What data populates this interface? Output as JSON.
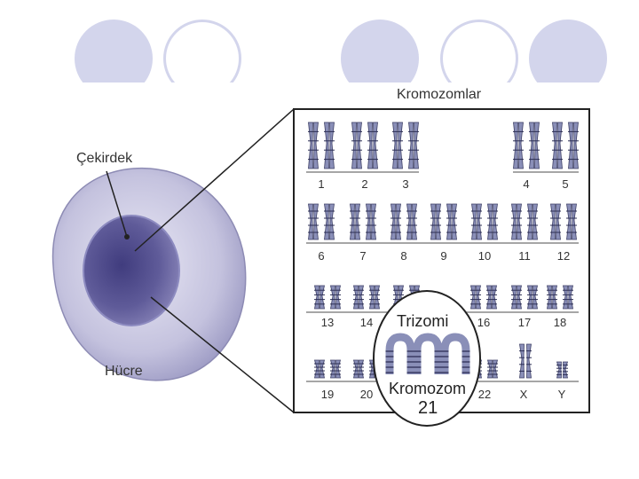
{
  "labels": {
    "title": "Kromozomlar",
    "nucleus": "Çekirdek",
    "cell": "Hücre",
    "trisomy": "Trizomi",
    "chromosome": "Kromozom",
    "chromosome_number": "21"
  },
  "karyotype": {
    "row1": [
      "1",
      "2",
      "3",
      "4",
      "5"
    ],
    "row2": [
      "6",
      "7",
      "8",
      "9",
      "10",
      "11",
      "12"
    ],
    "row3": [
      "13",
      "14",
      "16",
      "17",
      "18"
    ],
    "row4": [
      "19",
      "20",
      "22",
      "X",
      "Y"
    ]
  },
  "colors": {
    "decor": "#d3d5ec",
    "chromosome": "#8a8fb8",
    "cell": "#c9c7e2",
    "nucleus": "#5e5a96"
  }
}
